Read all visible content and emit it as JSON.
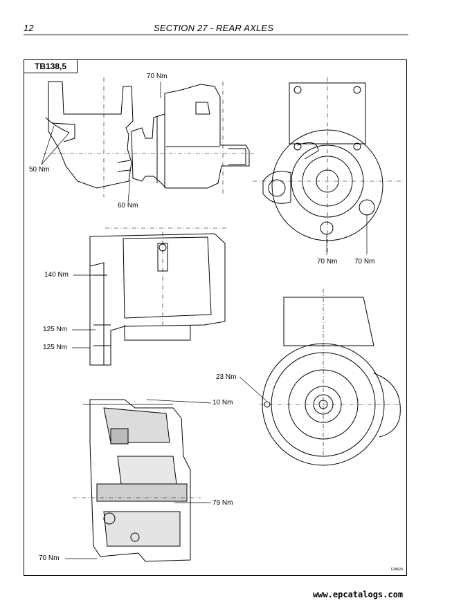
{
  "header": {
    "page_number": "12",
    "section_title": "SECTION 27 - REAR AXLES"
  },
  "figure": {
    "tag": "TB138,5",
    "code": "F38624",
    "torque_labels": {
      "top_view_70": "70 Nm",
      "left_50": "50 Nm",
      "bottom_60": "60 Nm",
      "right_70_a": "70 Nm",
      "right_70_b": "70 Nm",
      "side_140": "140 Nm",
      "side_125_a": "125 Nm",
      "side_125_b": "125 Nm",
      "front_23": "23 Nm",
      "section_10": "10 Nm",
      "section_79": "79 Nm",
      "section_70": "70 Nm"
    }
  },
  "footer": {
    "url": "www.epcatalogs.com"
  }
}
